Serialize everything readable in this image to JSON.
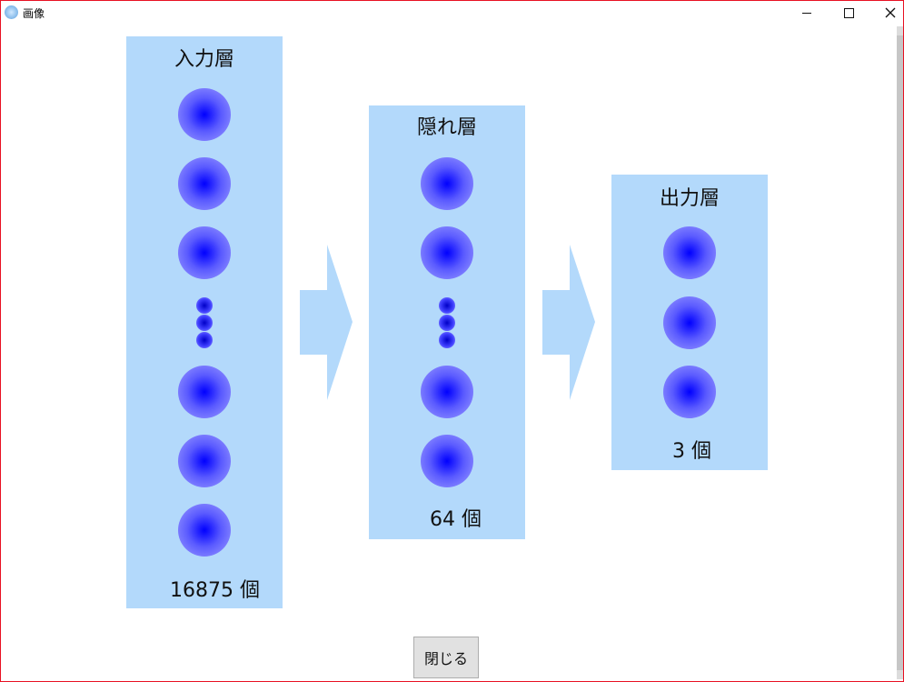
{
  "window": {
    "title": "画像"
  },
  "controls": {
    "minimize": "minimize-icon",
    "maximize": "maximize-icon",
    "close": "close-icon"
  },
  "layers": [
    {
      "title": "入力層",
      "count": "16875 個"
    },
    {
      "title": "隠れ層",
      "count": "64 個"
    },
    {
      "title": "出力層",
      "count": "3 個"
    }
  ],
  "colors": {
    "panel": "#b3d9fb",
    "node_center": "#0000ff",
    "node_edge": "#9f9fff",
    "arrow": "#b3d9fb"
  },
  "footer": {
    "close_label": "閉じる"
  }
}
